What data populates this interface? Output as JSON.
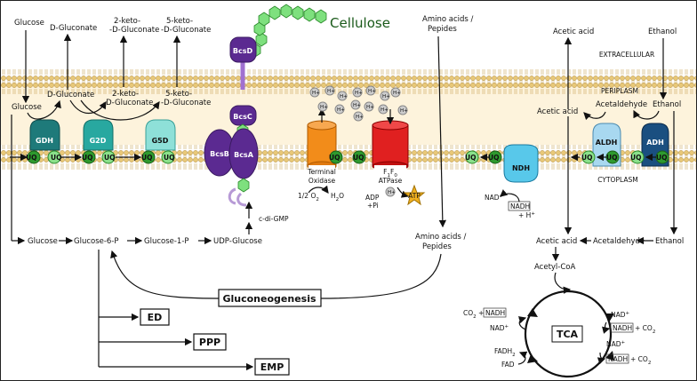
{
  "compartments": {
    "extracellular": "EXTRACELLULAR",
    "periplasm": "PERIPLASM",
    "cytoplasm": "CYTOPLASM"
  },
  "metabolites": {
    "glucose_top": "Glucose",
    "dgluconate_top": "D-Gluconate",
    "keto2_top": "2-keto-\n-D-Gluconate",
    "keto5_top": "5-keto-\n-D-Gluconate",
    "glucose_peri": "Glucose",
    "dgluconate_peri": "D-Gluconate",
    "keto2_peri": "2-keto-\n-D-Gluconate",
    "keto5_peri": "5-keto-\n-D-Gluconate",
    "amino_top": "Amino acids /\nPepides",
    "amino_cyto": "Amino acids /\nPepides",
    "acetic_top": "Acetic acid",
    "ethanol_top": "Ethanol",
    "acetic_peri": "Acetic acid",
    "acetaldehyde_peri": "Acetaldehyde",
    "ethanol_peri": "Ethanol",
    "glucose_cyto": "Glucose",
    "g6p": "Glucose-6-P",
    "g1p": "Glucose-1-P",
    "udpg": "UDP-Glucose",
    "acetic_cyto": "Acetic acid",
    "acetaldehyde_cyto": "Acetaldehyde",
    "ethanol_cyto": "Ethanol",
    "acetylcoa": "Acetyl-CoA",
    "cdigmp": "c-di-GMP",
    "cellulose": "Cellulose"
  },
  "enzymes": {
    "gdh": "GDH",
    "g2d": "G2D",
    "g5d": "G5D",
    "aldh": "ALDH",
    "adh": "ADH",
    "ndh": "NDH",
    "bcsd": "BcsD",
    "bcsc": "BcsC",
    "bcsb": "BcsB",
    "bcsa": "BcsA",
    "uq": "UQ"
  },
  "respiration": {
    "terminal_oxidase": "Terminal\nOxidase",
    "o2": "1/2 O",
    "o2_sub": "2",
    "h2o": "H",
    "h2o_sub": "2",
    "h2o_tail": "O",
    "atpase_f": "F",
    "atpase_f1": "1",
    "atpase_f0": "0",
    "atpase": "ATPase",
    "adp": "ADP\n+Pi",
    "atp": "ATP",
    "hplus": "H",
    "plus": "+"
  },
  "ndh": {
    "nad_plus": "NAD",
    "nadh": "NADH",
    "h_plus": "+ H"
  },
  "pathways": {
    "gluconeogenesis": "Gluconeogenesis",
    "ed": "ED",
    "ppp": "PPP",
    "emp": "EMP",
    "tca": "TCA"
  },
  "tca_cofactors": {
    "co2_nadh_left": "CO  +",
    "co2_sub": "2",
    "nad_left": "NAD",
    "fadh2": "FADH",
    "fad": "FAD",
    "nad_right1": "NAD",
    "nadh_co2_right1": "+ CO",
    "nad_right2": "NAD",
    "nadh_co2_right2": "+ CO",
    "nadh": "NADH"
  }
}
